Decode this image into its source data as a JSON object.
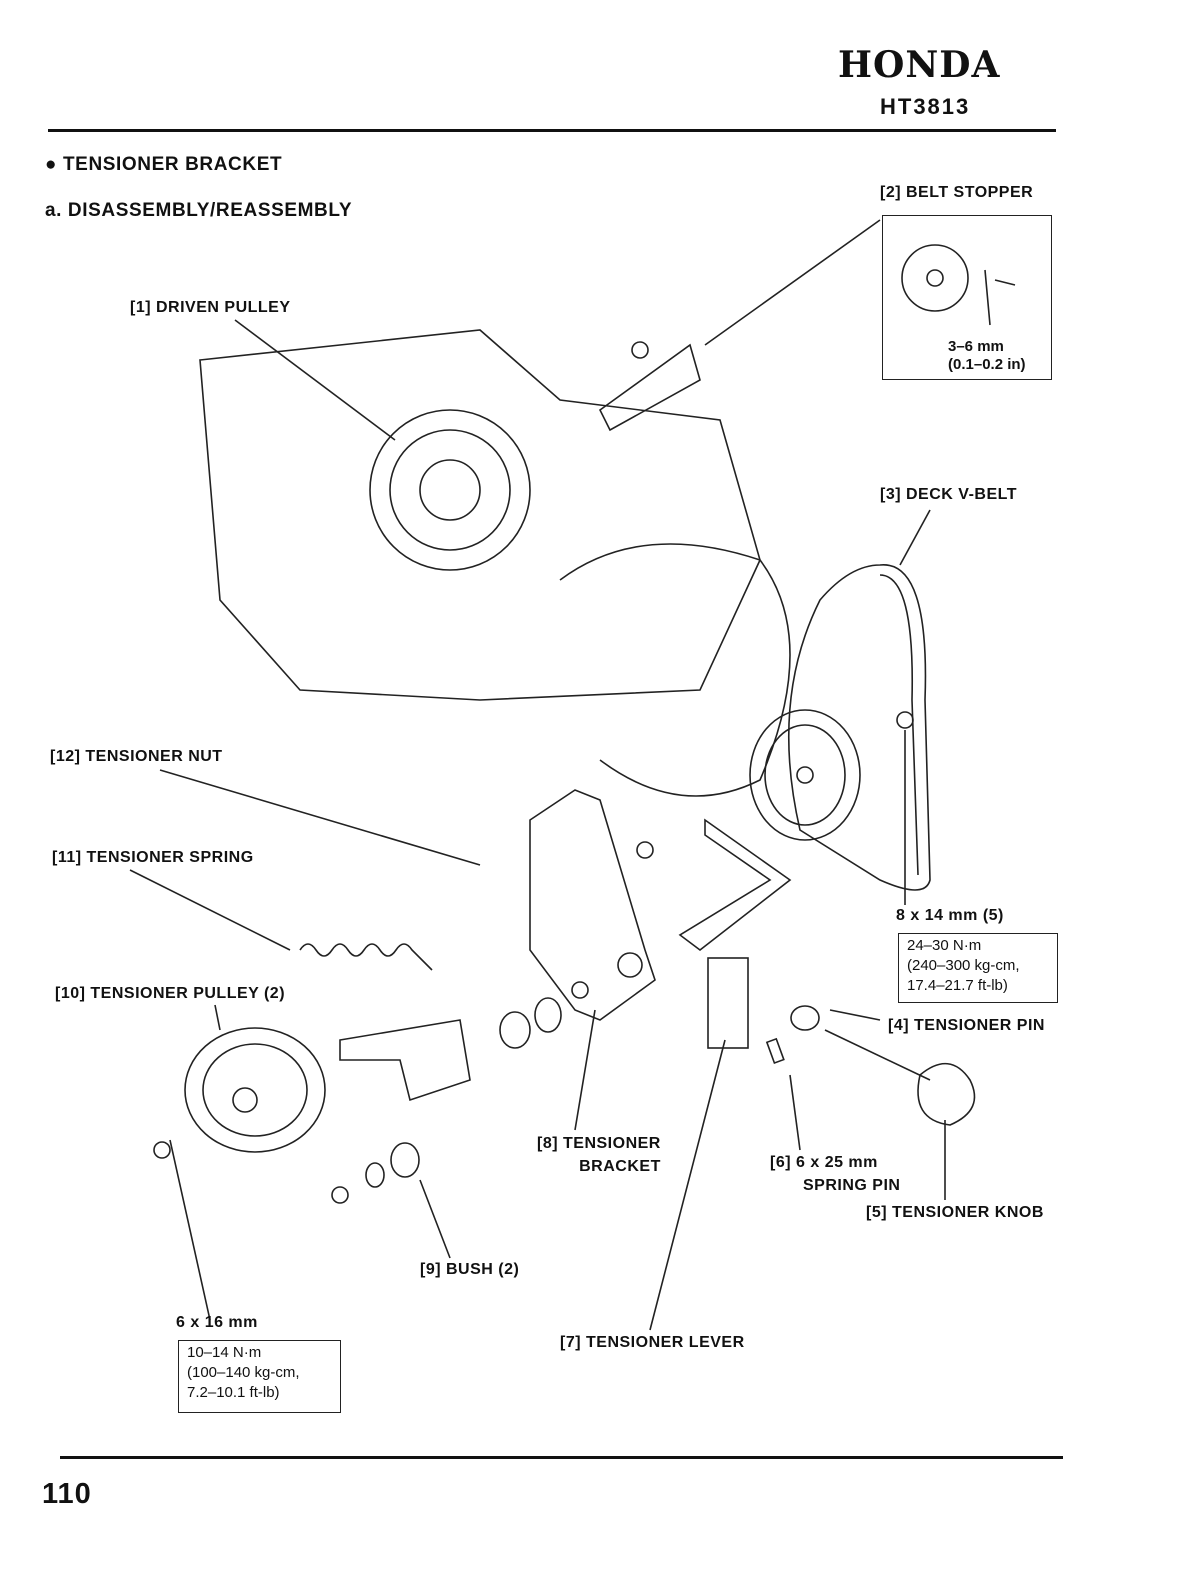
{
  "header": {
    "brand": "HONDA",
    "model": "HT3813"
  },
  "section": {
    "title": "TENSIONER BRACKET",
    "subtitle": "a. DISASSEMBLY/REASSEMBLY"
  },
  "labels": {
    "driven_pulley": "[1] DRIVEN PULLEY",
    "belt_stopper": "[2] BELT STOPPER",
    "belt_stopper_gap": "3–6 mm",
    "belt_stopper_gap_in": "(0.1–0.2 in)",
    "deck_v_belt": "[3] DECK V-BELT",
    "tensioner_pin": "[4] TENSIONER PIN",
    "tensioner_knob": "[5] TENSIONER KNOB",
    "spring_pin_1": "[6] 6 x 25 mm",
    "spring_pin_2": "SPRING PIN",
    "tensioner_lever": "[7] TENSIONER LEVER",
    "tensioner_bracket_1": "[8] TENSIONER",
    "tensioner_bracket_2": "BRACKET",
    "bush": "[9] BUSH (2)",
    "tensioner_pulley": "[10] TENSIONER PULLEY (2)",
    "tensioner_spring": "[11] TENSIONER SPRING",
    "tensioner_nut": "[12] TENSIONER NUT"
  },
  "torque_bolt_8x14": {
    "size": "8 x 14 mm (5)",
    "line1": "24–30 N·m",
    "line2": "(240–300 kg-cm,",
    "line3": "17.4–21.7 ft-lb)"
  },
  "torque_bolt_6x16": {
    "size": "6 x 16 mm",
    "line1": "10–14 N·m",
    "line2": "(100–140 kg-cm,",
    "line3": "7.2–10.1 ft-lb)"
  },
  "footer": {
    "page_number": "110"
  }
}
